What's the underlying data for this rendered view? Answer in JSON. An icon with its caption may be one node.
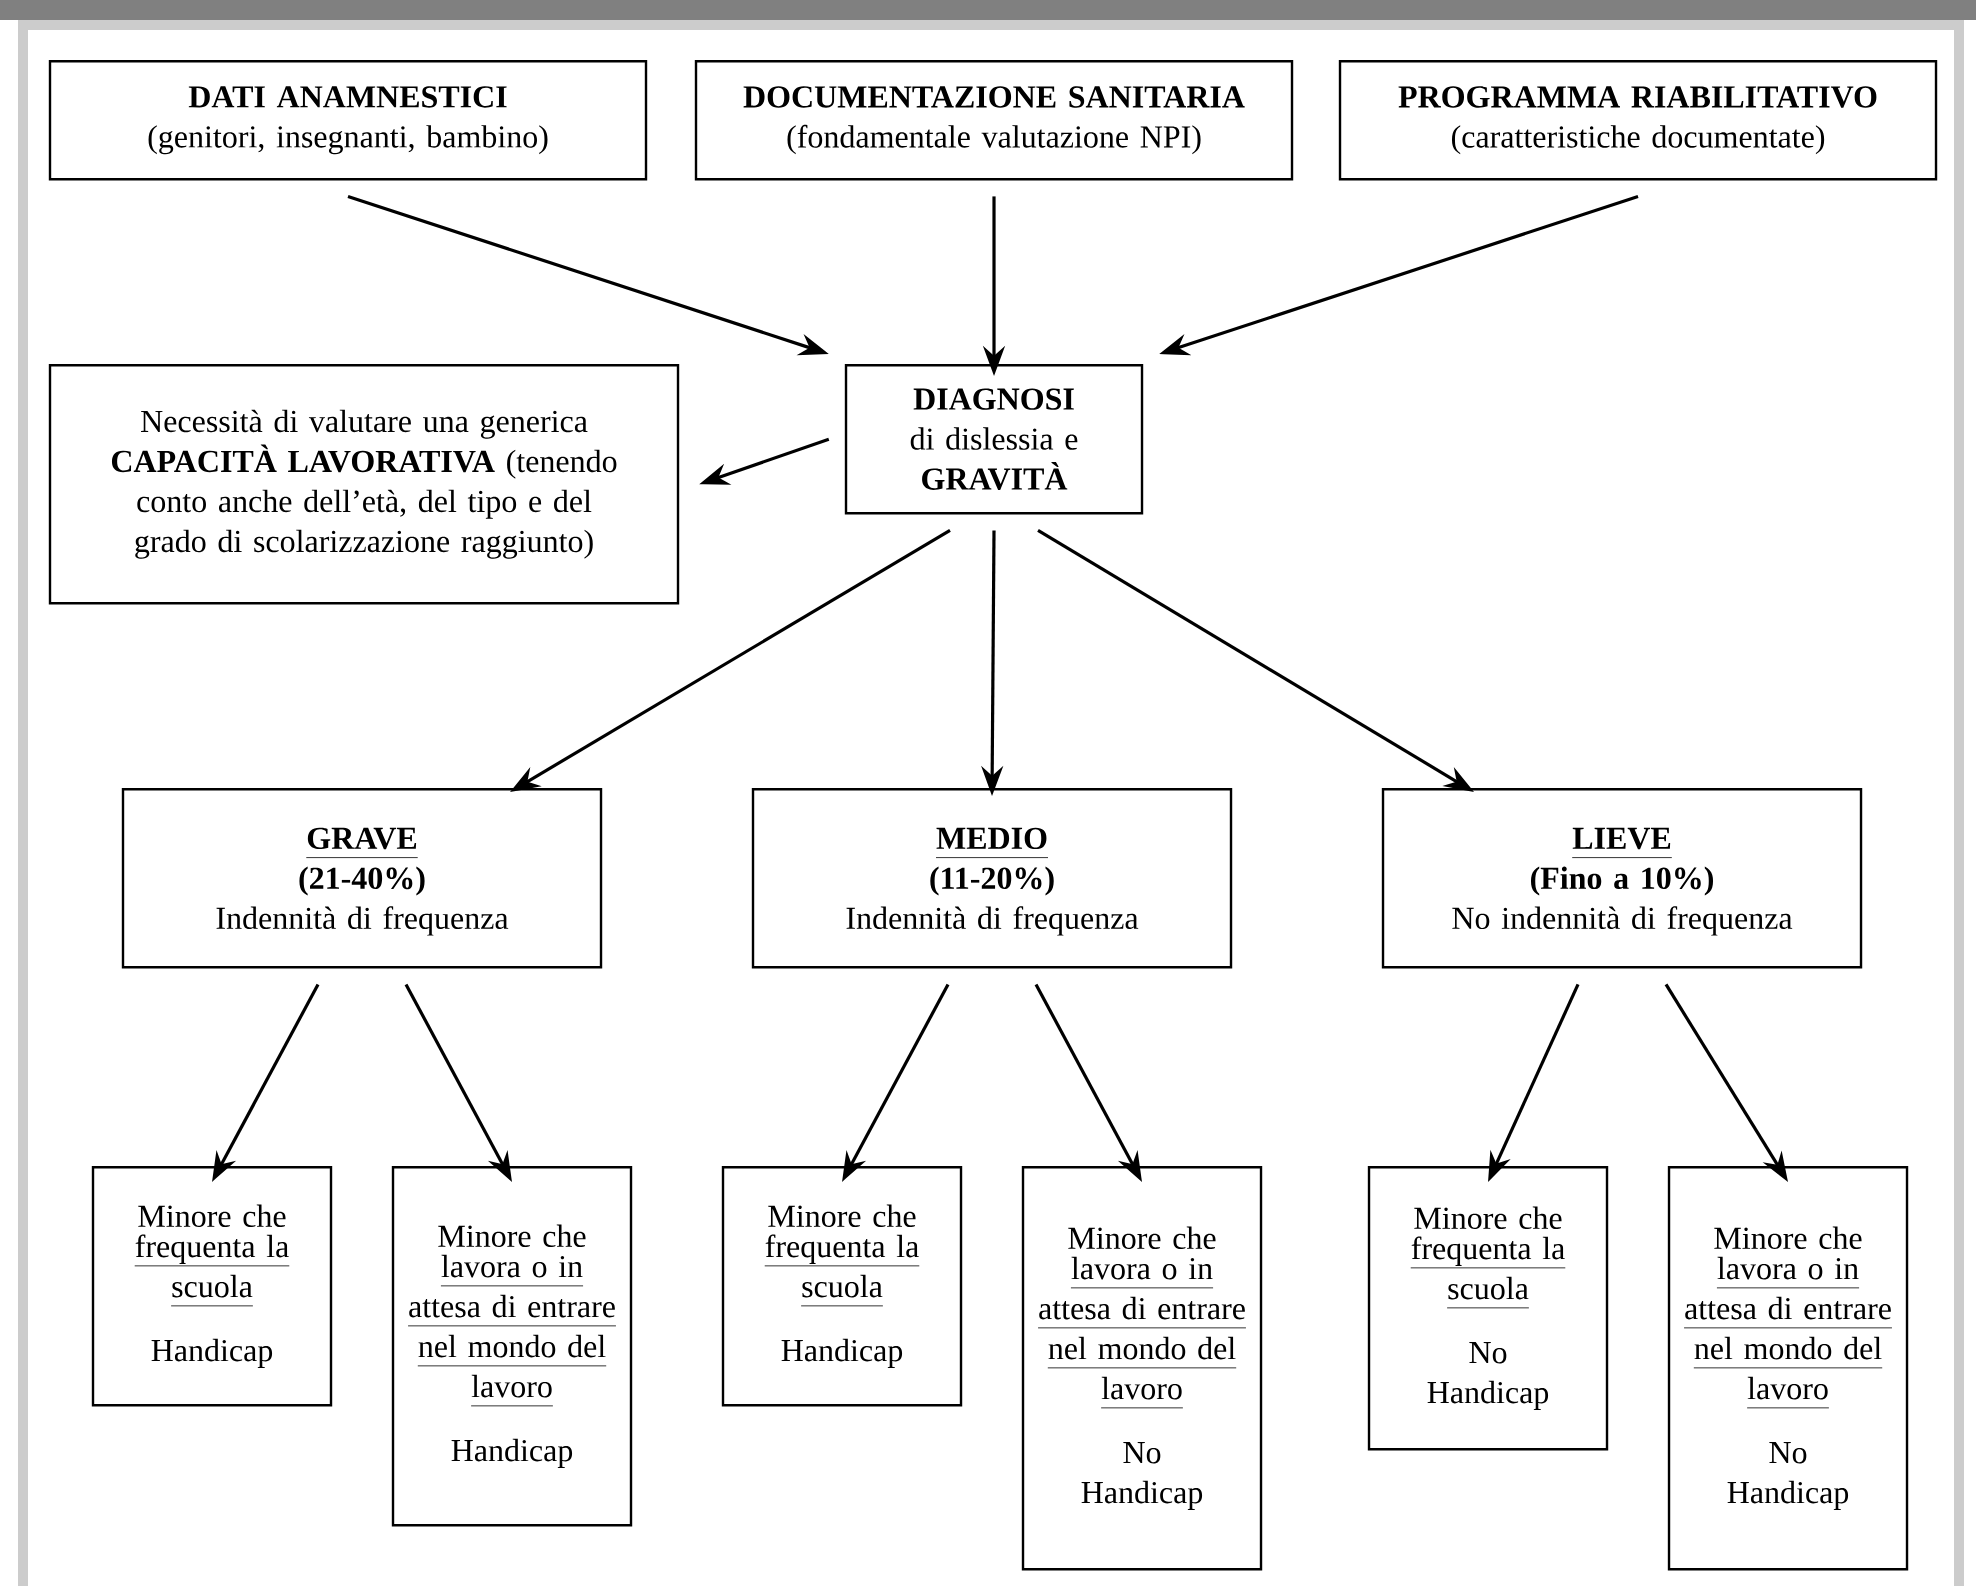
{
  "diagram": {
    "nodes": [
      {
        "text": [
          "DATI ANAMNESTICI",
          "(genitori, insegnanti, bambino)"
        ]
      },
      {
        "text": [
          "DOCUMENTAZIONE SANITARIA",
          "(fondamentale valutazione NPI)"
        ]
      },
      {
        "text": [
          "PROGRAMMA RIABILITATIVO",
          "(caratteristiche documentate)"
        ]
      },
      {
        "text": [
          "Necessità di valutare una generica **CAPACITÀ LAVORATIVA** (tenendo conto anche dell’età, del tipo e del grado di scolarizzazione raggiunto)"
        ]
      },
      {
        "text": [
          "DIAGNOSI",
          "di dislessia e",
          "GRAVITÀ"
        ]
      },
      {
        "text": [
          "GRAVE",
          "(21-40%)",
          "Indennità di frequenza"
        ]
      },
      {
        "text": [
          "MEDIO",
          "(11-20%)",
          "Indennità di frequenza"
        ]
      },
      {
        "text": [
          "LIEVE",
          "(Fino a 10%)",
          "No indennità di frequenza"
        ]
      },
      {
        "text": [
          "Minore che",
          "frequenta la scuola",
          "Handicap"
        ]
      },
      {
        "text": [
          "Minore che",
          "lavora o in attesa di entrare nel mondo del lavoro",
          "Handicap"
        ]
      },
      {
        "text": [
          "Minore che",
          "frequenta la scuola",
          "Handicap"
        ]
      },
      {
        "text": [
          "Minore che",
          "lavora o in attesa di entrare nel mondo del lavoro",
          "No Handicap"
        ]
      },
      {
        "text": [
          "Minore che",
          "frequenta la scuola",
          "No Handicap"
        ]
      },
      {
        "text": [
          "Minore che",
          "lavora o in attesa di entrare nel mondo del lavoro",
          "No Handicap"
        ]
      }
    ],
    "edges": [
      {
        "from": 0,
        "to": 4,
        "arrow": "to"
      },
      {
        "from": 1,
        "to": 4,
        "arrow": "to"
      },
      {
        "from": 2,
        "to": 4,
        "arrow": "to"
      },
      {
        "from": 4,
        "to": 3,
        "arrow": "to"
      },
      {
        "from": 4,
        "to": 5,
        "arrow": "to"
      },
      {
        "from": 4,
        "to": 6,
        "arrow": "to"
      },
      {
        "from": 4,
        "to": 7,
        "arrow": "to"
      },
      {
        "from": 5,
        "to": 8,
        "arrow": "to"
      },
      {
        "from": 5,
        "to": 9,
        "arrow": "to"
      },
      {
        "from": 6,
        "to": 10,
        "arrow": "to"
      },
      {
        "from": 6,
        "to": 11,
        "arrow": "to"
      },
      {
        "from": 7,
        "to": 12,
        "arrow": "to"
      },
      {
        "from": 7,
        "to": 13,
        "arrow": "to"
      }
    ]
  }
}
